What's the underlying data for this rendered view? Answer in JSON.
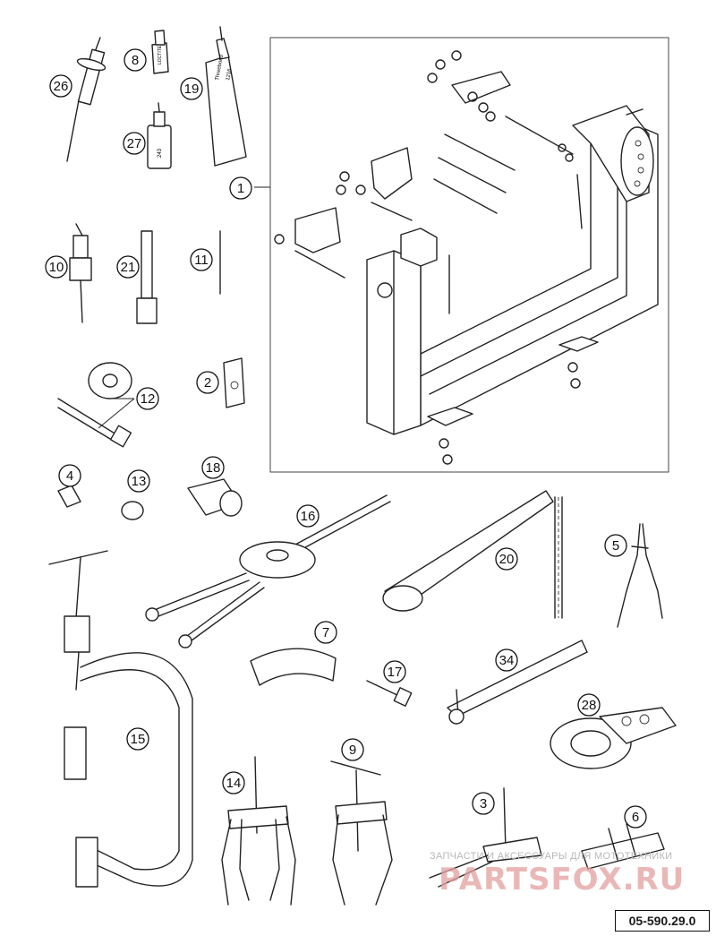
{
  "callouts": [
    {
      "id": "c26",
      "label": "26"
    },
    {
      "id": "c8",
      "label": "8"
    },
    {
      "id": "c19",
      "label": "19"
    },
    {
      "id": "c27",
      "label": "27"
    },
    {
      "id": "c1",
      "label": "1"
    },
    {
      "id": "c10",
      "label": "10"
    },
    {
      "id": "c21",
      "label": "21"
    },
    {
      "id": "c11",
      "label": "11"
    },
    {
      "id": "c2",
      "label": "2"
    },
    {
      "id": "c12",
      "label": "12"
    },
    {
      "id": "c4",
      "label": "4"
    },
    {
      "id": "c13",
      "label": "13"
    },
    {
      "id": "c18",
      "label": "18"
    },
    {
      "id": "c16",
      "label": "16"
    },
    {
      "id": "c20",
      "label": "20"
    },
    {
      "id": "c5",
      "label": "5"
    },
    {
      "id": "c7",
      "label": "7"
    },
    {
      "id": "c17",
      "label": "17"
    },
    {
      "id": "c34",
      "label": "34"
    },
    {
      "id": "c28",
      "label": "28"
    },
    {
      "id": "c15",
      "label": "15"
    },
    {
      "id": "c14",
      "label": "14"
    },
    {
      "id": "c9",
      "label": "9"
    },
    {
      "id": "c3",
      "label": "3"
    },
    {
      "id": "c6",
      "label": "6"
    }
  ],
  "tube_labels": {
    "tube19_line1": "Threebond",
    "tube19_line2": "1216",
    "bottle27": "243",
    "bottle8": "LOCTITE"
  },
  "document_number": "05-590.29.0",
  "watermark": {
    "line": "ЗАПЧАСТИ И АКСЕССУАРЫ ДЛЯ МОТОТЕХНИКИ",
    "logo": "PARTSFOX.RU"
  }
}
